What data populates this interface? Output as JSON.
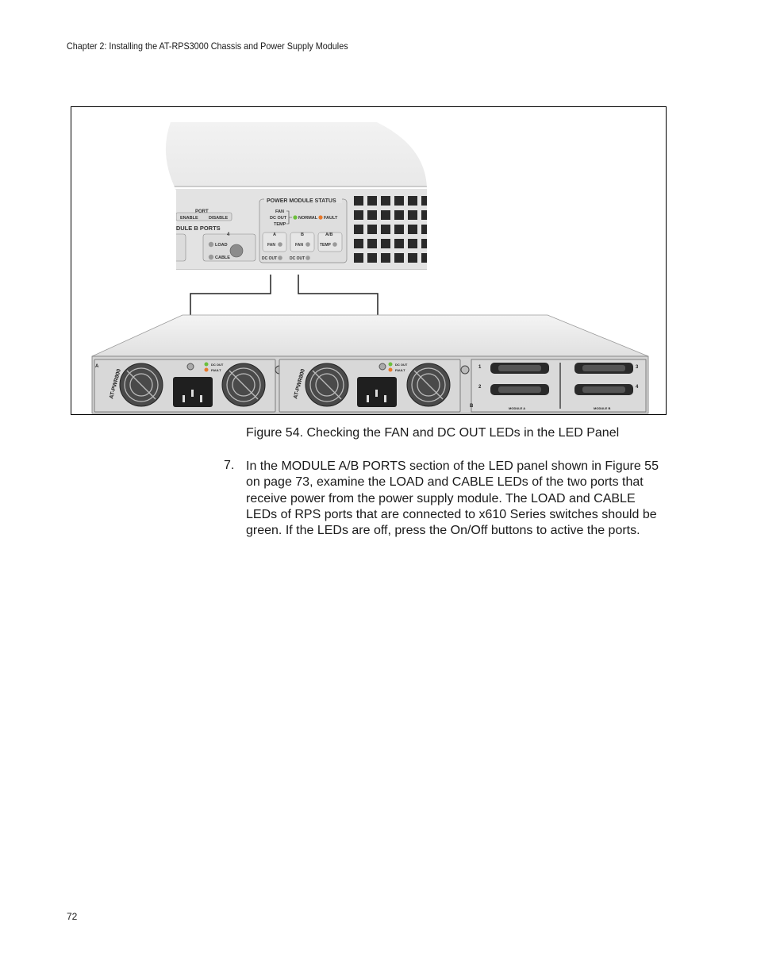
{
  "header": {
    "chapter_title": "Chapter 2: Installing the AT-RPS3000 Chassis and Power Supply Modules"
  },
  "figure": {
    "caption": "Figure 54. Checking the FAN and DC OUT LEDs in the LED Panel",
    "zoom_panel": {
      "port": "PORT",
      "enable": "ENABLE",
      "disable": "DISABLE",
      "module_b_ports": "ODULE B PORTS",
      "port_number": "4",
      "load": "LOAD",
      "cable": "CABLE",
      "power_module_status": "POWER MODULE STATUS",
      "fan": "FAN",
      "dc_out": "DC OUT",
      "temp": "TEMP",
      "normal": "NORMAL",
      "fault": "FAULT",
      "col_a": "A",
      "col_b": "B",
      "col_ab": "A/B",
      "fan_a": "FAN",
      "fan_b": "FAN",
      "temp_ab": "TEMP",
      "dc_out_a": "DC OUT",
      "dc_out_b": "DC OUT"
    },
    "chassis": {
      "slot_a": "A",
      "slot_b": "B",
      "module_model_1": "AT-PWR800",
      "module_model_2": "AT-PWR800",
      "led_dc_out_1": "DC OUT",
      "led_fault_1": "FAULT",
      "led_dc_out_2": "DC OUT",
      "led_fault_2": "FAULT",
      "port_1": "1",
      "port_2": "2",
      "port_3": "3",
      "port_4": "4",
      "module_a_label": "MODULE A",
      "module_b_label": "MODULE B"
    },
    "colors": {
      "led_green": "#6cbf3c",
      "led_orange": "#e8782a",
      "panel_grey": "#d8d8d8"
    }
  },
  "step": {
    "number": "7.",
    "text": "In the MODULE A/B PORTS section of the LED panel shown in Figure 55 on page 73, examine the LOAD and CABLE LEDs of the two ports that receive power from the power supply module. The LOAD and CABLE LEDs of RPS ports that are connected to x610 Series switches should be green. If the LEDs are off, press the On/Off buttons to active the ports."
  },
  "footer": {
    "page_number": "72"
  }
}
